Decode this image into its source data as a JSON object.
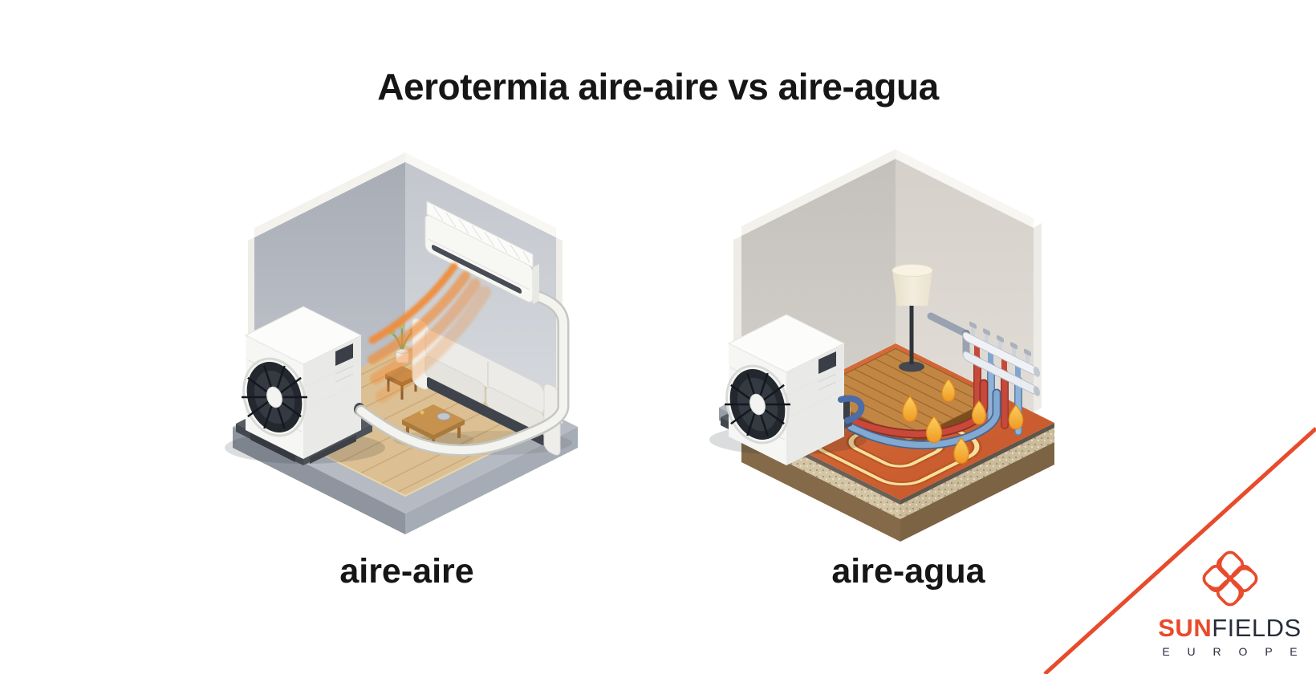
{
  "title": "Aerotermia aire-aire vs aire-agua",
  "panels": {
    "left": {
      "label": "aire-aire"
    },
    "right": {
      "label": "aire-agua"
    }
  },
  "logo": {
    "sun": "SUN",
    "fields": "FIELDS",
    "europe": "E U R O P E"
  },
  "colors": {
    "accent": "#e84b2c",
    "ink": "#161616",
    "logo_dark": "#262d3a",
    "heat_wave_orange": "#f28a33",
    "flame_yellow": "#f7b93e",
    "radiant_floor_orange": "#cf6130",
    "pipe_red": "#c8493a",
    "pipe_blue": "#82a9d2"
  }
}
